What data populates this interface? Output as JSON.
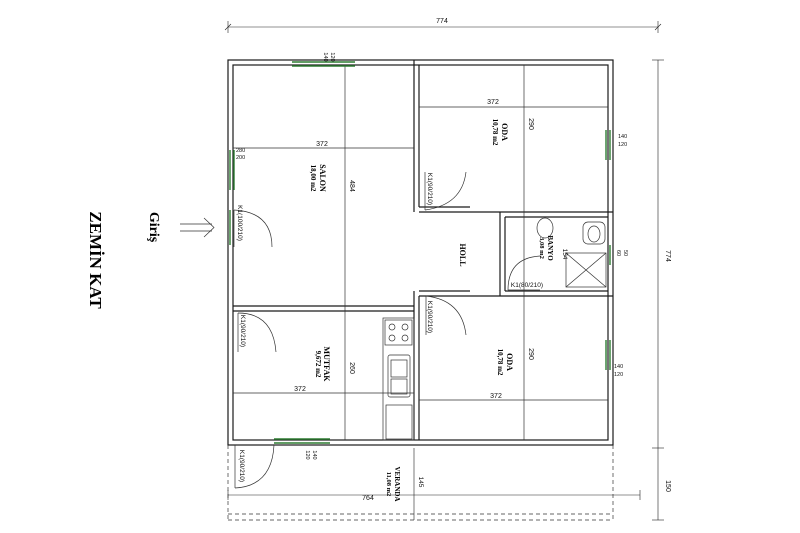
{
  "title": "ZEMİN KAT",
  "entrance": "Giriş",
  "rooms": {
    "salon": {
      "name": "SALON",
      "area": "18,00 m2"
    },
    "oda1": {
      "name": "ODA",
      "area": "10,78 m2"
    },
    "oda2": {
      "name": "ODA",
      "area": "10,78 m2"
    },
    "banyo": {
      "name": "BANYO",
      "area": "3,08 m2"
    },
    "hol": {
      "name": "HOLL"
    },
    "mutfak": {
      "name": "MUTFAK",
      "area": "9,672 m2"
    },
    "veranda": {
      "name": "VERANDA",
      "area": "11,08 m2"
    }
  },
  "doors": {
    "entry": "K1(100/210)",
    "oda1": "K1(90/210)",
    "oda2": "K1(90/210)",
    "banyo": "K1(80/210)",
    "mutfak": "K1(90/210)",
    "veranda": "K1(90/210)"
  },
  "dimensions": {
    "top_total": "774",
    "right_total": "774",
    "veranda_width": "764",
    "veranda_depth": "150",
    "veranda_inner": "145",
    "salon_width": "372",
    "salon_depth": "484",
    "oda1_width": "372",
    "oda1_depth": "290",
    "oda2_width": "372",
    "oda2_depth": "290",
    "mutfak_width": "372",
    "mutfak_depth": "260",
    "banyo_depth": "154",
    "window_top": "140",
    "window_top_h": "120",
    "window_oda1": "140",
    "window_oda1_h": "120",
    "window_oda2": "140",
    "window_oda2_h": "120",
    "window_salon": "280",
    "window_salon_h": "200",
    "window_banyo": "60",
    "window_banyo_h": "50",
    "window_mutfak": "140",
    "window_mutfak_h": "120"
  }
}
